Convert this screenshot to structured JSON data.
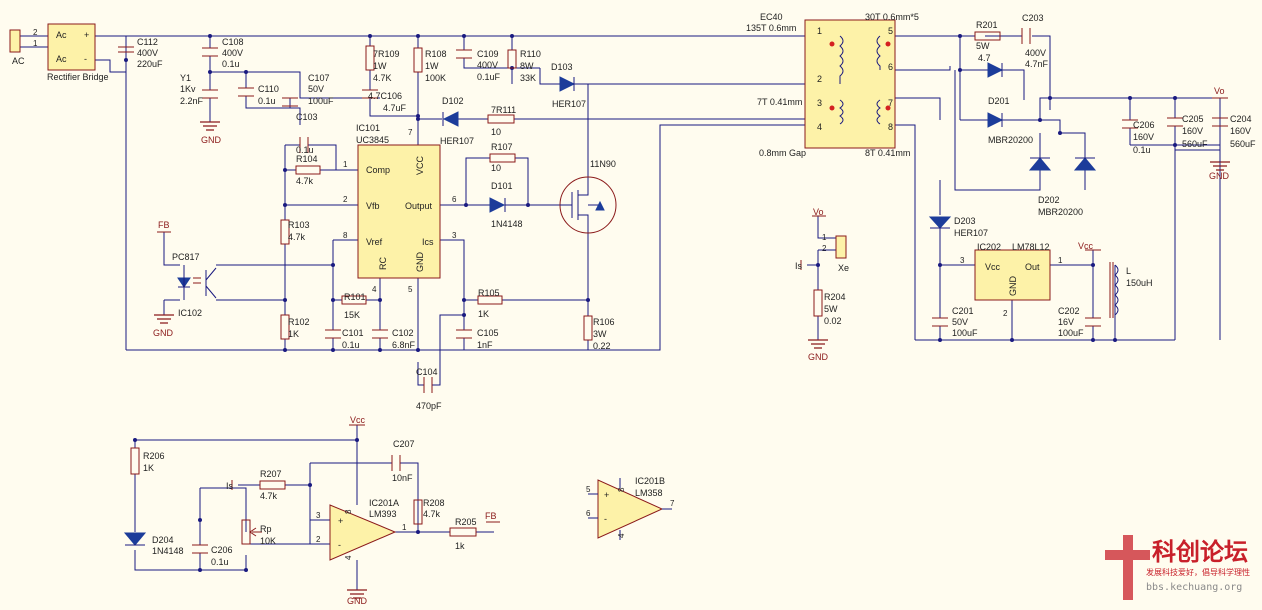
{
  "labels": {
    "ac": "AC",
    "rect_pin2": "2",
    "rect_pin1": "1",
    "rect_ac1": "Ac",
    "rect_ac2": "Ac",
    "rect_plus": "+",
    "rect_minus": "-",
    "rect_name": "Rectifier Bridge",
    "c112_ref": "C112",
    "c112_v": "400V",
    "c112_val": "220uF",
    "c108_ref": "C108",
    "c108_v": "400V",
    "c108_val": "0.1u",
    "y1_ref": "Y1",
    "y1_v": "1Kv",
    "y1_val": "2.2nF",
    "c110_ref": "C110",
    "c110_val": "0.1u",
    "c107_ref": "C107",
    "c107_v": "50V",
    "c107_val": "100uF",
    "r109_ref": "7R109",
    "r109_p": "1W",
    "r109_val": "4.7K",
    "r108_ref": "R108",
    "r108_p": "1W",
    "r108_val": "100K",
    "c106_ref": "4.7C106",
    "c106_val": "4.7uF",
    "c109_ref": "C109",
    "c109_v": "400V",
    "c109_val": "0.1uF",
    "r110_ref": "R110",
    "r110_p": "8W",
    "r110_val": "33K",
    "d103_ref": "D103",
    "d103_val": "HER107",
    "ec40_ref": "EC40",
    "ec40_pri": "135T 0.6mm",
    "ec40_aux": "7T 0.41mm",
    "ec40_gap": "0.8mm Gap",
    "ec40_sec": "30T 0.6mm*5",
    "ec40_out2": "8T 0.41mm",
    "ec40_p1": "1",
    "ec40_p2": "2",
    "ec40_p3": "3",
    "ec40_p4": "4",
    "ec40_p5": "5",
    "ec40_p6": "6",
    "ec40_p7": "7",
    "ec40_p8": "8",
    "r201_ref": "R201",
    "r201_p": "5W",
    "r201_val": "4.7",
    "c203_ref": "C203",
    "c203_v": "400V",
    "c203_val": "4.7nF",
    "d201_ref": "D201",
    "d201_val": "MBR20200",
    "vo1": "Vo",
    "c206_ref": "C206",
    "c206_v": "160V",
    "c206_val": "0.1u",
    "c205_ref": "C205",
    "c205_v": "160V",
    "c205_val": "560uF",
    "c204_ref": "C204",
    "c204_v": "160V",
    "c204_val": "560uF",
    "gnd": "GND",
    "d202_ref": "D202",
    "d202_val": "MBR20200",
    "d102_ref": "D102",
    "d102_val": "HER107",
    "r111_ref": "7R111",
    "r111_val": "10",
    "r107_ref": "R107",
    "r107_val": "10",
    "d101_ref": "D101",
    "d101_val": "1N4148",
    "q_ref": "11N90",
    "ic101_ref": "IC101",
    "ic101_val": "UC3845",
    "ic101_comp": "Comp",
    "ic101_vfb": "Vfb",
    "ic101_vref": "Vref",
    "ic101_rc": "RC",
    "ic101_gnd": "GND",
    "ic101_vcc": "VCC",
    "ic101_out": "Output",
    "ic101_ics": "Ics",
    "ic101_p1": "1",
    "ic101_p2": "2",
    "ic101_p8": "8",
    "ic101_p7": "7",
    "ic101_p6": "6",
    "ic101_p3": "3",
    "ic101_p4": "4",
    "ic101_p5": "5",
    "c103_ref": "C103",
    "c103_val": "0.1u",
    "r104_ref": "R104",
    "r104_val": "4.7k",
    "r103_ref": "R103",
    "r103_val": "4.7k",
    "fb1": "FB",
    "pc817": "PC817",
    "ic102": "IC102",
    "r102_ref": "R102",
    "r102_val": "1K",
    "r101_ref": "R101",
    "r101_val": "15K",
    "c101_ref": "C101",
    "c101_val": "0.1u",
    "c102_ref": "C102",
    "c102_val": "6.8nF",
    "r105_ref": "R105",
    "r105_val": "1K",
    "c105_ref": "C105",
    "c105_val": "1nF",
    "r106_ref": "R106",
    "r106_p": "3W",
    "r106_val": "0.22",
    "c104_ref": "C104",
    "c104_val": "470pF",
    "vo2": "Vo",
    "xe_p1": "1",
    "xe_p2": "2",
    "xe": "Xe",
    "is1": "Is",
    "r204_ref": "R204",
    "r204_p": "5W",
    "r204_val": "0.02",
    "d203_ref": "D203",
    "d203_val": "HER107",
    "ic202_ref": "IC202",
    "ic202_val": "LM78L12",
    "ic202_vcc": "Vcc",
    "ic202_out": "Out",
    "ic202_gnd": "GND",
    "ic202_p3": "3",
    "ic202_p1": "1",
    "ic202_p2": "2",
    "vcc1": "Vcc",
    "c201_ref": "C201",
    "c201_v": "50V",
    "c201_val": "100uF",
    "c202_ref": "C202",
    "c202_v": "16V",
    "c202_val": "100uF",
    "l_ref": "L",
    "l_val": "150uH",
    "vcc2": "Vcc",
    "r206_ref": "R206",
    "r206_val": "1K",
    "c207_ref": "C207",
    "c207_val": "10nF",
    "is2": "Is",
    "r207_ref": "R207",
    "r207_val": "4.7k",
    "ic201a_ref": "IC201A",
    "ic201a_val": "LM393",
    "r208_ref": "R208",
    "r208_val": "4.7k",
    "r205_ref": "R205",
    "r205_val": "1k",
    "fb2": "FB",
    "rp_ref": "Rp",
    "rp_val": "10K",
    "d204_ref": "D204",
    "d204_val": "1N4148",
    "c206b_ref": "C206",
    "c206b_val": "0.1u",
    "op_p3": "3",
    "op_p2": "2",
    "op_p1": "1",
    "op_p8": "8",
    "op_p4": "4",
    "ic201b_ref": "IC201B",
    "ic201b_val": "LM358",
    "opb_p5": "5",
    "opb_p6": "6",
    "opb_p7": "7",
    "opb_p8": "8",
    "opb_p4": "4",
    "plus": "+",
    "minus": "-"
  },
  "watermark": {
    "title": "科创论坛",
    "slogan": "发展科技爱好，倡导科学理性",
    "url": "bbs.kechuang.org"
  },
  "colors": {
    "wire": "#1a1a80",
    "component": "#8b1a1a",
    "ic_fill": "#fdf2a8",
    "dot": "#d42020",
    "diode": "#1c3c9a",
    "watermark_red": "#c8202a",
    "background": "#fffcef"
  }
}
